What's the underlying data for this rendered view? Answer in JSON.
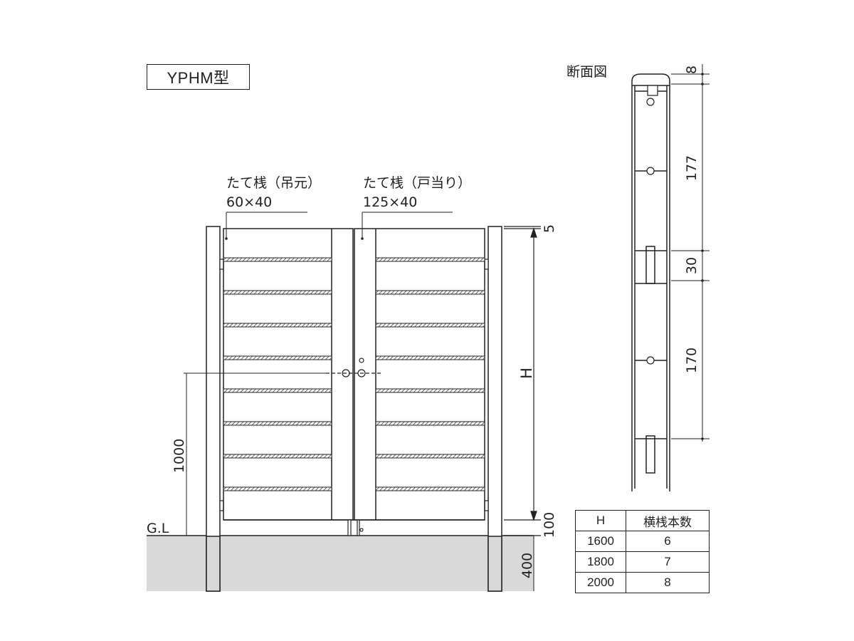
{
  "model": "YPHM型",
  "labels": {
    "hinge_stile_name": "たて桟（吊元）",
    "hinge_stile_size": "60×40",
    "latch_stile_name": "たて桟（戸当り）",
    "latch_stile_size": "125×40",
    "ground_level": "G.L",
    "section_title": "断面図"
  },
  "dims": {
    "top_gap": "5",
    "height": "H",
    "bottom_gap": "100",
    "handle_height": "1000",
    "embed_depth": "400",
    "sec_top": "8",
    "sec_upper": "177",
    "sec_joint": "30",
    "sec_lower": "170"
  },
  "table": {
    "headers": [
      "H",
      "横桟本数"
    ],
    "rows": [
      [
        "1600",
        "6"
      ],
      [
        "1800",
        "7"
      ],
      [
        "2000",
        "8"
      ]
    ]
  },
  "colors": {
    "ground": "#d9d9d9",
    "line": "#222222",
    "rail_hatch": "#444444"
  }
}
